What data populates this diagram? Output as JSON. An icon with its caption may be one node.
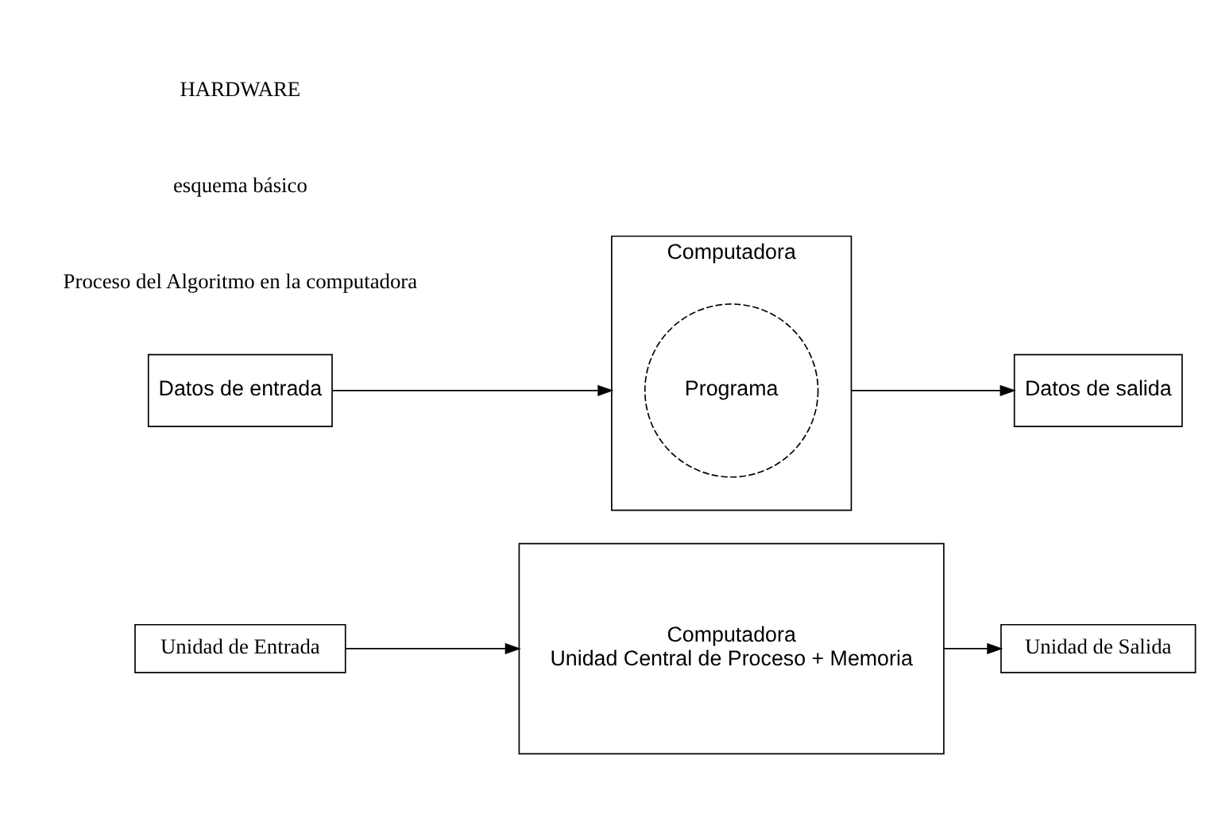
{
  "diagram": {
    "nodes": [
      {
        "text": [
          "Unidad de Entrada"
        ]
      },
      {
        "text": [
          "Computadora",
          "Unidad Central de Proceso + Memoria"
        ]
      },
      {
        "text": [
          "Unidad de Salida"
        ]
      },
      {
        "text": [
          "Datos de entrada"
        ]
      },
      {
        "text": [
          "Computadora"
        ]
      },
      {
        "text": [
          "Programa"
        ],
        "in": 4
      },
      {
        "text": [
          "Datos de salida"
        ]
      }
    ],
    "edges": [
      {
        "from": 0,
        "to": 1,
        "arrow": "to"
      },
      {
        "from": 1,
        "to": 2,
        "arrow": "to"
      },
      {
        "from": 3,
        "to": 4,
        "arrow": "to"
      },
      {
        "from": 4,
        "to": 6,
        "arrow": "to"
      }
    ],
    "labels": [
      "HARDWARE",
      "esquema básico",
      "Proceso del Algoritmo en la computadora"
    ]
  }
}
